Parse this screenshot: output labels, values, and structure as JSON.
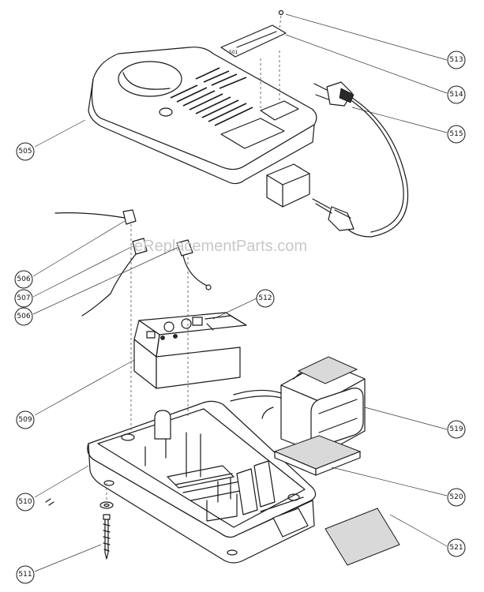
{
  "watermark": "eReplacementParts.com",
  "callouts": {
    "c505": "505",
    "c506a": "506",
    "c507": "507",
    "c506b": "506",
    "c509": "509",
    "c510": "510",
    "c511": "511",
    "c512": "512",
    "c513": "513",
    "c514": "514",
    "c515": "515",
    "c519": "519",
    "c520": "520",
    "c521": "521"
  },
  "label_plate_text": "501"
}
